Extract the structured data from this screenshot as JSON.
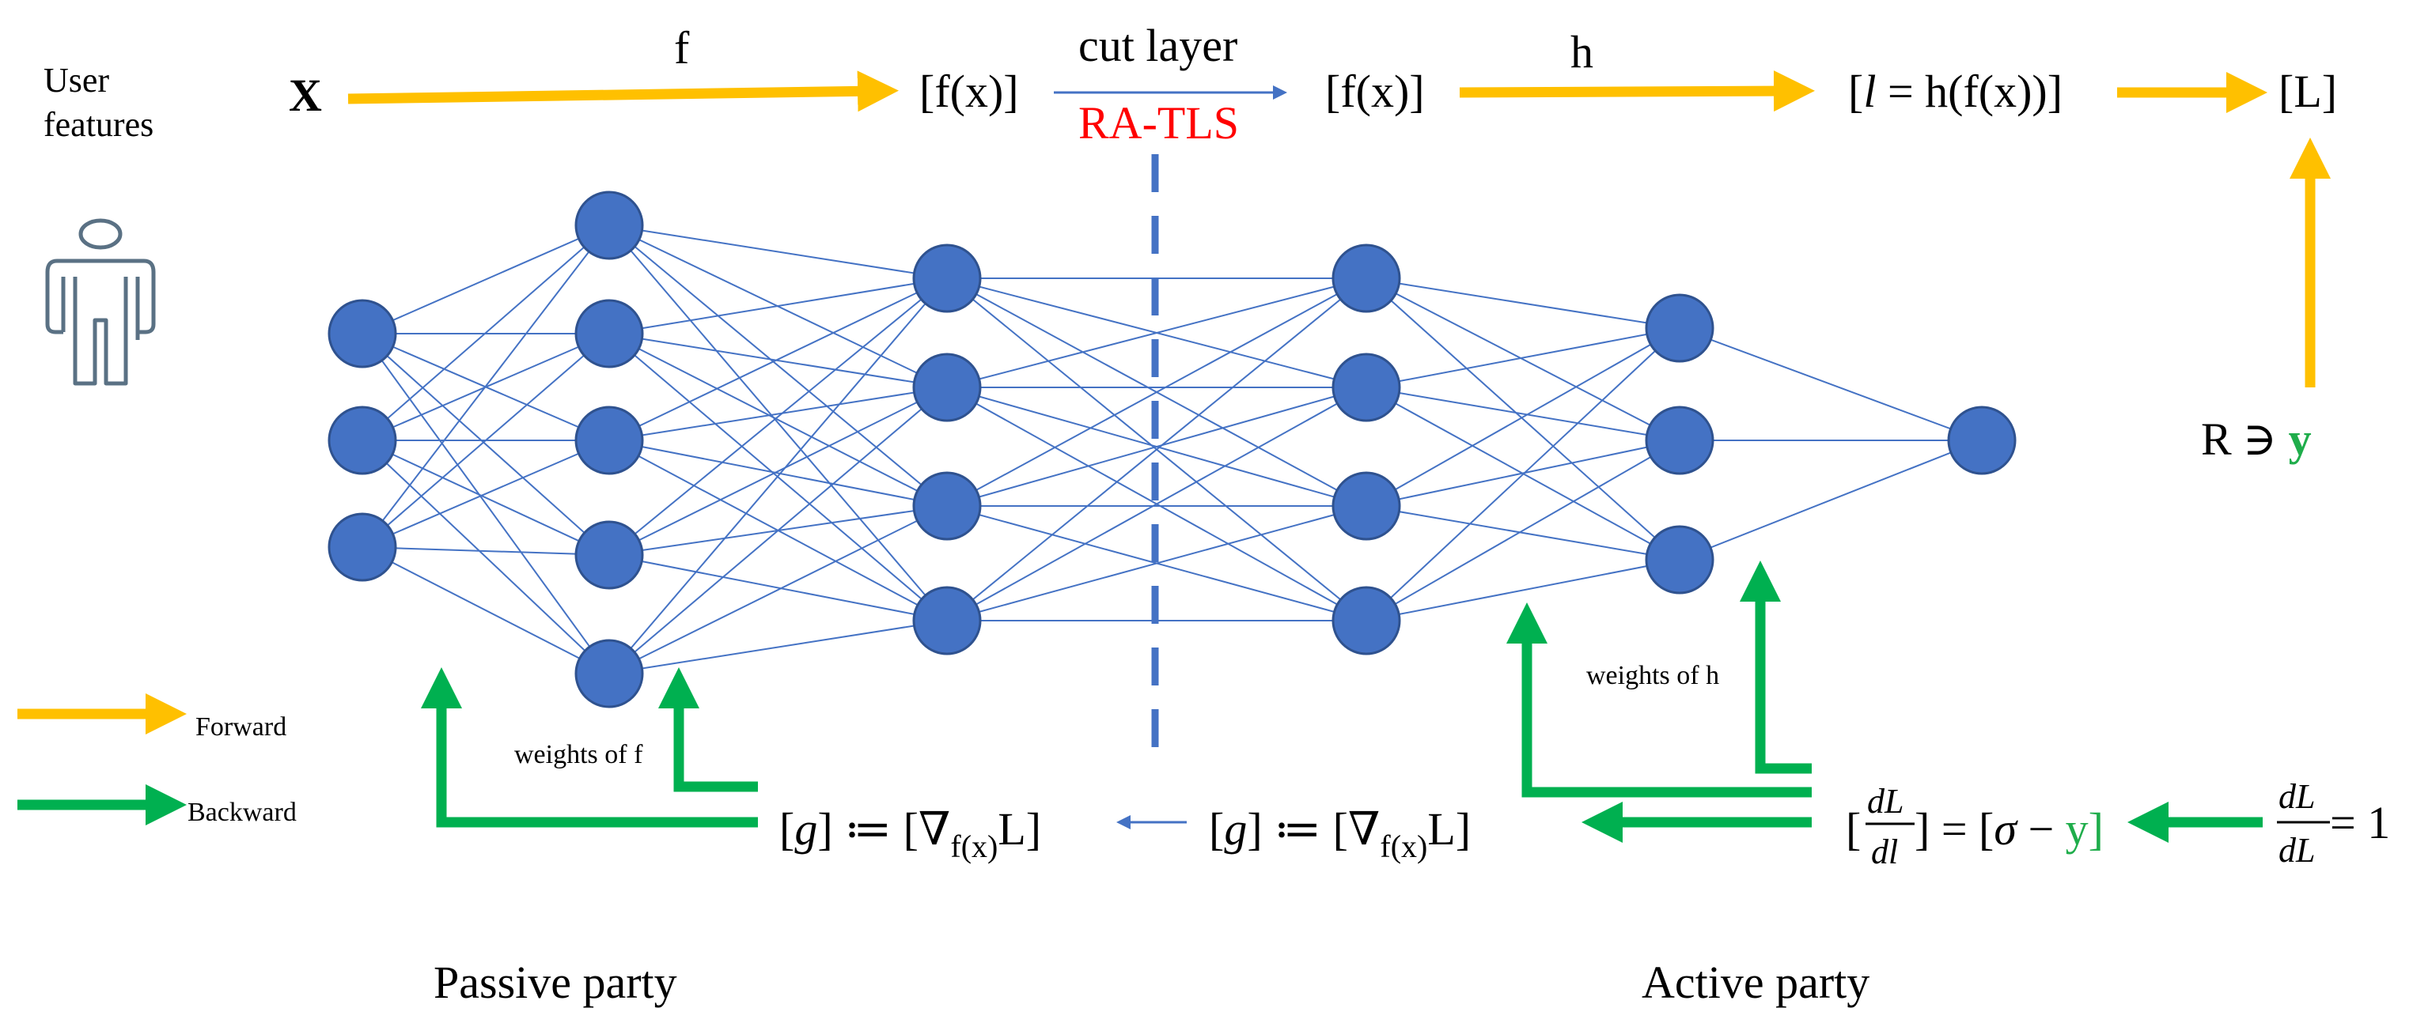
{
  "labels": {
    "user_features_line1": "User",
    "user_features_line2": "features",
    "x_input": "X",
    "f": "f",
    "fx_left": "[f(x)]",
    "cut_layer": "cut layer",
    "ra_tls": "RA-TLS",
    "fx_right": "[f(x)]",
    "h": "h",
    "l_open": "[",
    "l_italic": "l",
    "l_rest": " = h(f(x))]",
    "big_l": "[L]",
    "r_contains": "R ∋ ",
    "y": "y",
    "weights_of_f": "weights of f",
    "weights_of_h": "weights of h",
    "forward": "Forward",
    "backward": "Backward",
    "g_left_a": "[",
    "g_italic": "g",
    "g_left_b": "]  ≔  [∇",
    "g_sub": "f(x)",
    "g_close": "L]",
    "dl_num": "dL",
    "dl_den": "dl",
    "sigma_eq_a": "] = [",
    "sigma": "σ",
    "sigma_minus": " − ",
    "sigma_close": "]",
    "dL_num": "dL",
    "dL_den": "dL",
    "eq_one": " = 1",
    "passive_party": "Passive party",
    "active_party": "Active party"
  },
  "colors": {
    "node": "#4472c4",
    "node_stroke": "#2f528f",
    "edge": "#4472c4",
    "forward": "#ffc000",
    "backward": "#00b050",
    "cut": "#4472c4",
    "ra_tls": "#ff0000",
    "y": "#1fad4b",
    "person": "#5a7184"
  },
  "icons": {
    "user": "person-outline-icon"
  }
}
